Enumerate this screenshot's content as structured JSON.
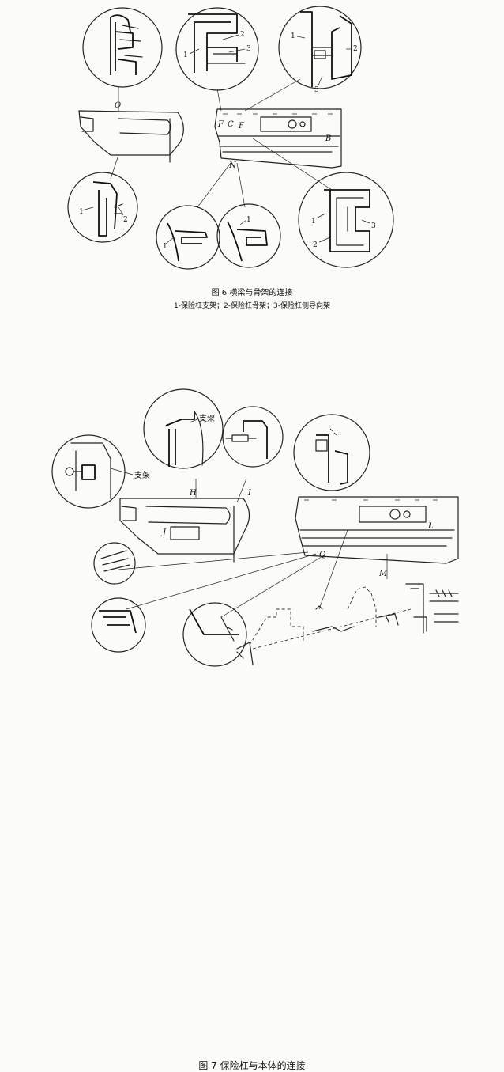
{
  "figure6": {
    "caption": "图 6   横梁与骨架的连接",
    "legend": "1-保险杠支架；2-保险杠骨架；3-保险杠侧导向架",
    "callouts": {
      "o": "O",
      "n": "N",
      "f1": "F",
      "f2": "F",
      "c": "C",
      "b": "B",
      "n1": "1",
      "n2": "2",
      "n3": "3"
    }
  },
  "figure7": {
    "caption": "图 7   保险杠与本体的连接",
    "labels": {
      "bracket_left": "支架",
      "bracket_top": "支架",
      "h": "H",
      "i": "I",
      "j": "J",
      "q": "Q",
      "l": "L",
      "m": "M"
    }
  }
}
